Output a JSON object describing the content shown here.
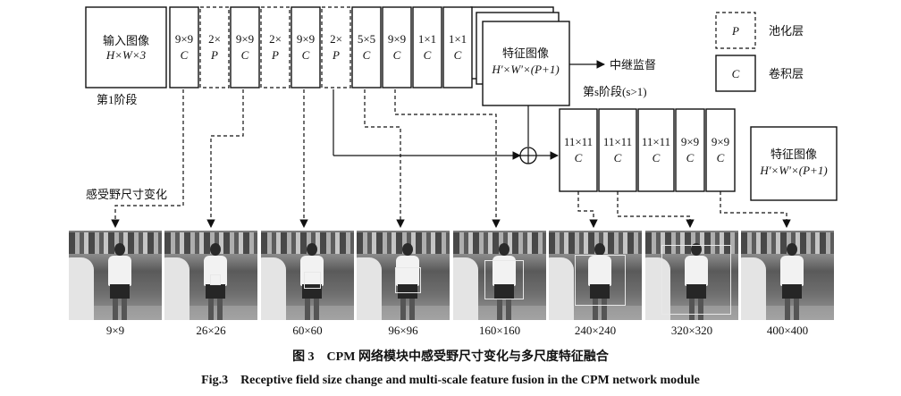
{
  "stage1": {
    "input_title": "输入图像",
    "input_dims": "H×W×3",
    "label": "第1阶段",
    "layers": [
      {
        "top": "9×9",
        "bottom": "C",
        "kind": "conv"
      },
      {
        "top": "2×",
        "bottom": "P",
        "kind": "pool"
      },
      {
        "top": "9×9",
        "bottom": "C",
        "kind": "conv"
      },
      {
        "top": "2×",
        "bottom": "P",
        "kind": "pool"
      },
      {
        "top": "9×9",
        "bottom": "C",
        "kind": "conv"
      },
      {
        "top": "2×",
        "bottom": "P",
        "kind": "pool"
      },
      {
        "top": "5×5",
        "bottom": "C",
        "kind": "conv"
      },
      {
        "top": "9×9",
        "bottom": "C",
        "kind": "conv"
      },
      {
        "top": "1×1",
        "bottom": "C",
        "kind": "conv"
      },
      {
        "top": "1×1",
        "bottom": "C",
        "kind": "conv"
      }
    ],
    "feature_title": "特征图像",
    "feature_dims": "H′×W′×(P+1)",
    "relay": "中继监督"
  },
  "stageS": {
    "label": "第s阶段(s>1)",
    "layers": [
      {
        "top": "11×11",
        "bottom": "C"
      },
      {
        "top": "11×11",
        "bottom": "C"
      },
      {
        "top": "11×11",
        "bottom": "C"
      },
      {
        "top": "9×9",
        "bottom": "C"
      },
      {
        "top": "9×9",
        "bottom": "C"
      }
    ],
    "feature_title": "特征图像",
    "feature_dims": "H′×W′×(P+1)"
  },
  "legend": {
    "pool_symbol": "P",
    "pool_label": "池化层",
    "conv_symbol": "C",
    "conv_label": "卷积层"
  },
  "receptive_label": "感受野尺寸变化",
  "photos": [
    {
      "label": "9×9",
      "rf": 0.0
    },
    {
      "label": "26×26",
      "rf": 0.12
    },
    {
      "label": "60×60",
      "rf": 0.18
    },
    {
      "label": "96×96",
      "rf": 0.28
    },
    {
      "label": "160×160",
      "rf": 0.42
    },
    {
      "label": "240×240",
      "rf": 0.55
    },
    {
      "label": "320×320",
      "rf": 0.75
    },
    {
      "label": "400×400",
      "rf": 0.0
    }
  ],
  "caption_cn": "图 3　CPM 网络模块中感受野尺寸变化与多尺度特征融合",
  "caption_en": "Fig.3　Receptive field size change and multi-scale feature fusion in the CPM network module"
}
